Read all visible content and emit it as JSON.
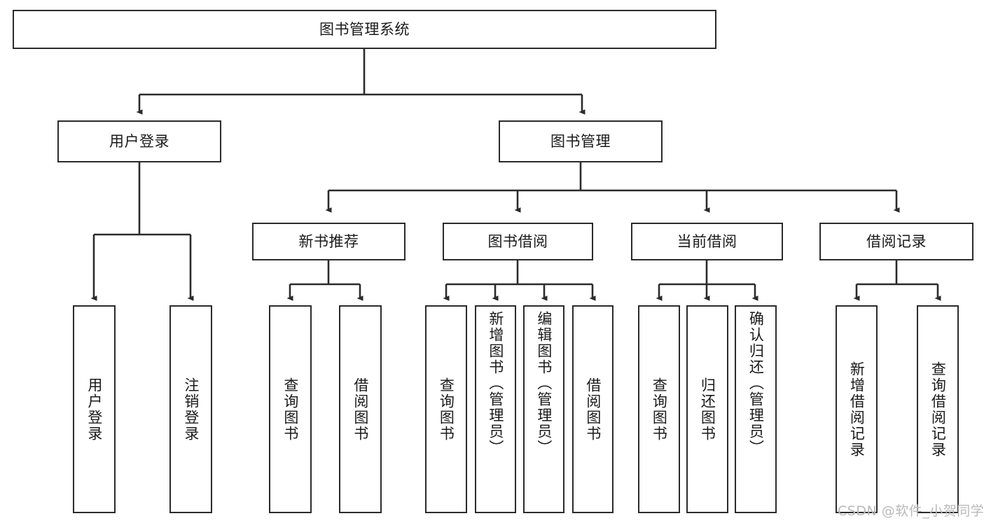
{
  "diagram": {
    "title": "图书管理系统",
    "type": "tree-hierarchy-chart",
    "watermark": "CSDN @软件_小贺同学",
    "colors": {
      "stroke": "#2b2b2b",
      "box_fill": "#ffffff",
      "text": "#1a1a1a",
      "background": "#ffffff",
      "watermark": "#b9b9b9"
    },
    "nodes": {
      "root": {
        "label": "图书管理系统"
      },
      "level2": [
        {
          "label": "用户登录"
        },
        {
          "label": "图书管理"
        }
      ],
      "level3": [
        {
          "label": "新书推荐"
        },
        {
          "label": "图书借阅"
        },
        {
          "label": "当前借阅"
        },
        {
          "label": "借阅记录"
        }
      ],
      "leaves": {
        "user_login": [
          {
            "label": "用户登录"
          },
          {
            "label": "注销登录"
          }
        ],
        "new_book_recommend": [
          {
            "label": "查询图书"
          },
          {
            "label": "借阅图书"
          }
        ],
        "book_borrow": [
          {
            "label": "查询图书"
          },
          {
            "label": "新增图书（管理员）"
          },
          {
            "label": "编辑图书（管理员）"
          },
          {
            "label": "借阅图书"
          }
        ],
        "current_borrow": [
          {
            "label": "查询图书"
          },
          {
            "label": "归还图书"
          },
          {
            "label": "确认归还（管理员）"
          }
        ],
        "borrow_records": [
          {
            "label": "新增借阅记录"
          },
          {
            "label": "查询借阅记录"
          }
        ]
      }
    }
  }
}
